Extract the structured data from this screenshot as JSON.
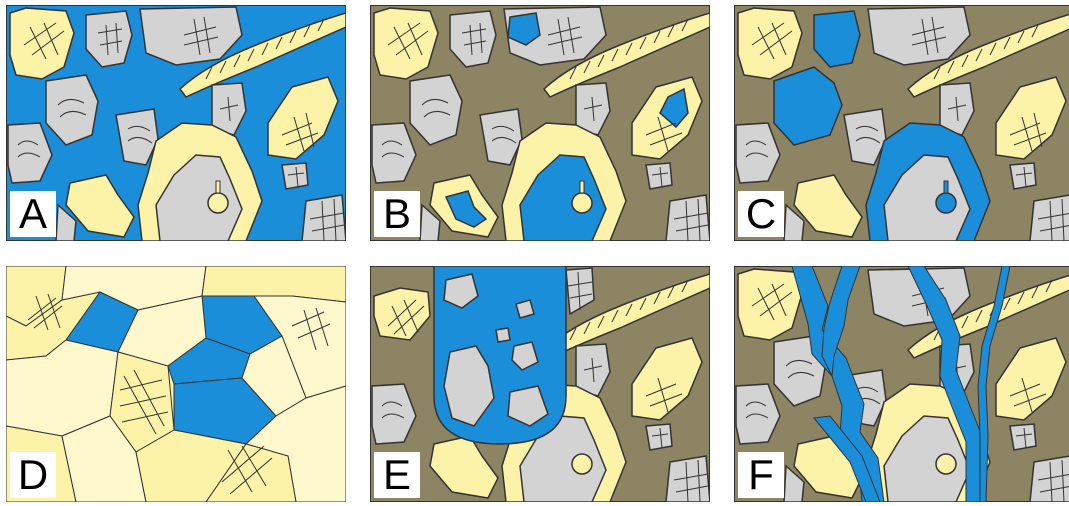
{
  "colors": {
    "pore_blue": "#1a8ed8",
    "matrix_olive": "#8c8463",
    "grain_gray": "#d3d3d3",
    "grain_yellow": "#fdf3a8",
    "outline": "#333333",
    "label_bg": "#ffffff"
  },
  "panels": [
    {
      "label": "A",
      "pore_type": "intergranular"
    },
    {
      "label": "B",
      "pore_type": "intragranular"
    },
    {
      "label": "C",
      "pore_type": "moldic"
    },
    {
      "label": "D",
      "pore_type": "intercrystalline"
    },
    {
      "label": "E",
      "pore_type": "vug"
    },
    {
      "label": "F",
      "pore_type": "fracture"
    }
  ]
}
